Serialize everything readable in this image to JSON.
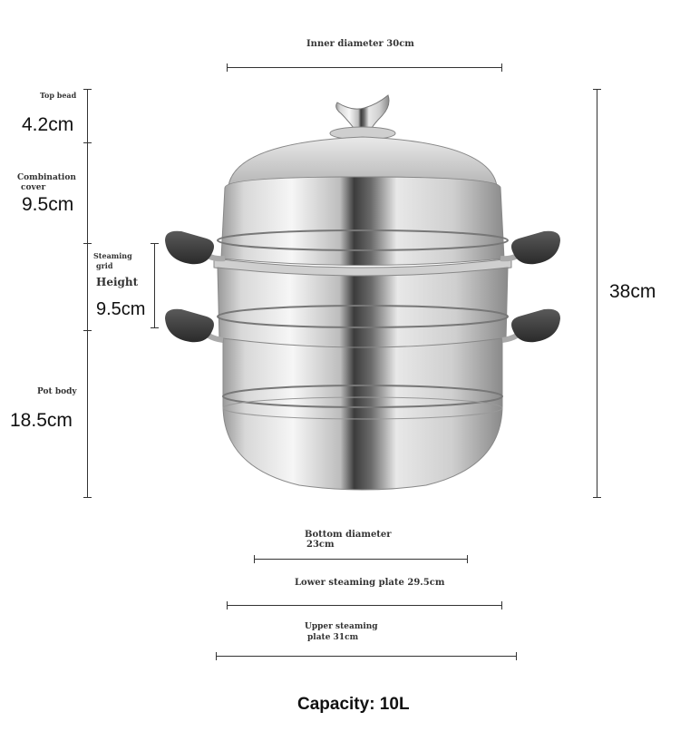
{
  "labels": {
    "inner_diameter": "Inner diameter 30cm",
    "top_bead": "Top bead",
    "top_bead_value": "4.2cm",
    "combination_cover_1": "Combination",
    "combination_cover_2": "cover",
    "combination_cover_value": "9.5cm",
    "steaming_grid_1": "Steaming",
    "steaming_grid_2": "grid",
    "height": "Height",
    "height_value": "9.5cm",
    "pot_body": "Pot body",
    "pot_body_value": "18.5cm",
    "total_height": "38cm",
    "bottom_diameter_1": "Bottom diameter",
    "bottom_diameter_2": "23cm",
    "lower_plate": "Lower steaming plate 29.5cm",
    "upper_plate_1": "Upper steaming",
    "upper_plate_2": "plate 31cm",
    "capacity": "Capacity: 10L"
  },
  "colors": {
    "steel_light": "#f2f2f2",
    "steel_mid": "#bcbcbc",
    "steel_dark": "#555555",
    "handle": "#3a3a3a"
  }
}
